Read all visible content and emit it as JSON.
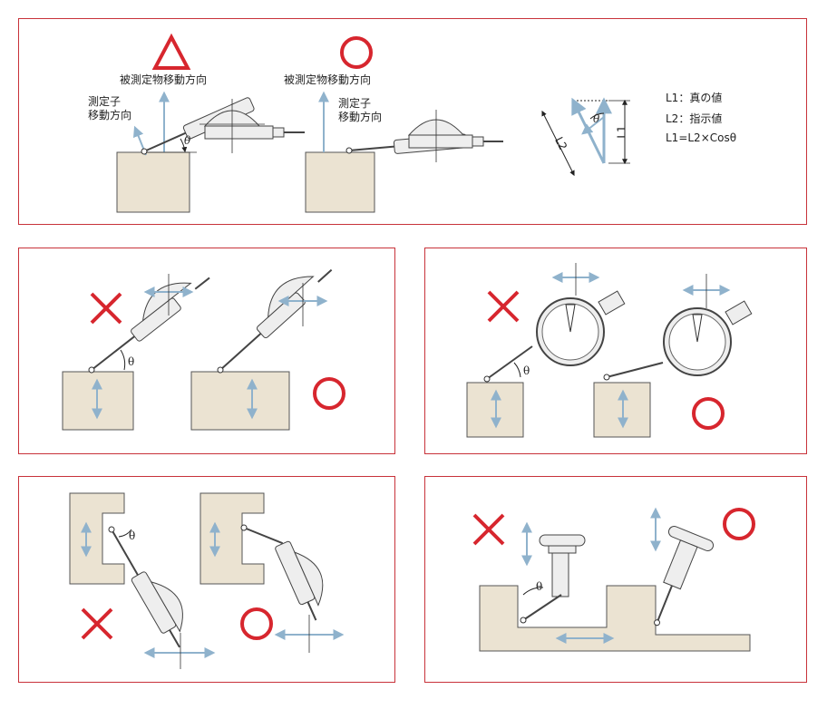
{
  "colors": {
    "frame": "#c8323a",
    "block": "#ebe3d2",
    "arrow": "#8fb2cc",
    "gauge_body": "#eeeeee",
    "mark_red": "#d7262e"
  },
  "panel_top": {
    "left_mark": "triangle-symbol",
    "right_mark": "circle-symbol",
    "object_direction_left": "被測定物移動方向",
    "object_direction_right": "被測定物移動方向",
    "probe_direction_left": [
      "測定子",
      "移動方向"
    ],
    "probe_direction_right": [
      "測定子",
      "移動方向"
    ],
    "theta": "θ",
    "triangle_labels": {
      "l1": "L1",
      "l2": "L2",
      "theta": "θ"
    },
    "equations": [
      "L1：真の値",
      "L2：指示値",
      "L1=L2×Cosθ"
    ]
  },
  "panel_mid_left": {
    "bad_mark": "cross-symbol",
    "good_mark": "circle-symbol",
    "theta": "θ"
  },
  "panel_mid_right": {
    "bad_mark": "cross-symbol",
    "good_mark": "circle-symbol",
    "theta": "θ"
  },
  "panel_bot_left": {
    "bad_mark": "cross-symbol",
    "good_mark": "circle-symbol",
    "theta": "θ"
  },
  "panel_bot_right": {
    "bad_mark": "cross-symbol",
    "good_mark": "circle-symbol",
    "theta": "θ"
  }
}
